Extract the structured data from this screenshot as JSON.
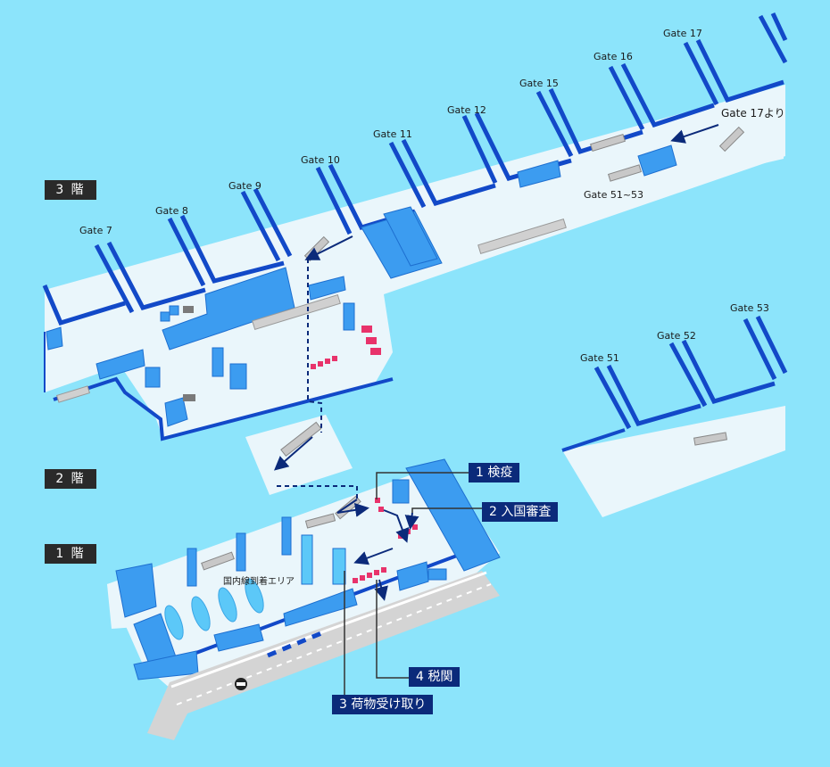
{
  "floors": {
    "f3": "3 階",
    "f2": "2 階",
    "f1": "1 階"
  },
  "gates": {
    "g7": "Gate 7",
    "g8": "Gate 8",
    "g9": "Gate 9",
    "g10": "Gate 10",
    "g11": "Gate 11",
    "g12": "Gate 12",
    "g15": "Gate 15",
    "g16": "Gate 16",
    "g17": "Gate 17",
    "g51": "Gate 51",
    "g52": "Gate 52",
    "g53": "Gate 53",
    "from17": "Gate 17より",
    "g51to53": "Gate 51~53"
  },
  "areas": {
    "domestic_arrival": "国内線到着エリア"
  },
  "steps": {
    "s1": "1 検疫",
    "s2": "2 入国審査",
    "s3": "3 荷物受け取り",
    "s4": "4 税関"
  },
  "icons": {
    "taxi": "taxi-icon",
    "escalator": "escalator-icon",
    "route_arrow": "route-arrow-icon"
  },
  "colors": {
    "sea": "#8ce4fb",
    "floor": "#eaf6fb",
    "wall": "#1249c8",
    "building": "#3c9cf0",
    "counter": "#e8336b",
    "route": "#0b2a7a",
    "road": "#d0d0d0"
  }
}
